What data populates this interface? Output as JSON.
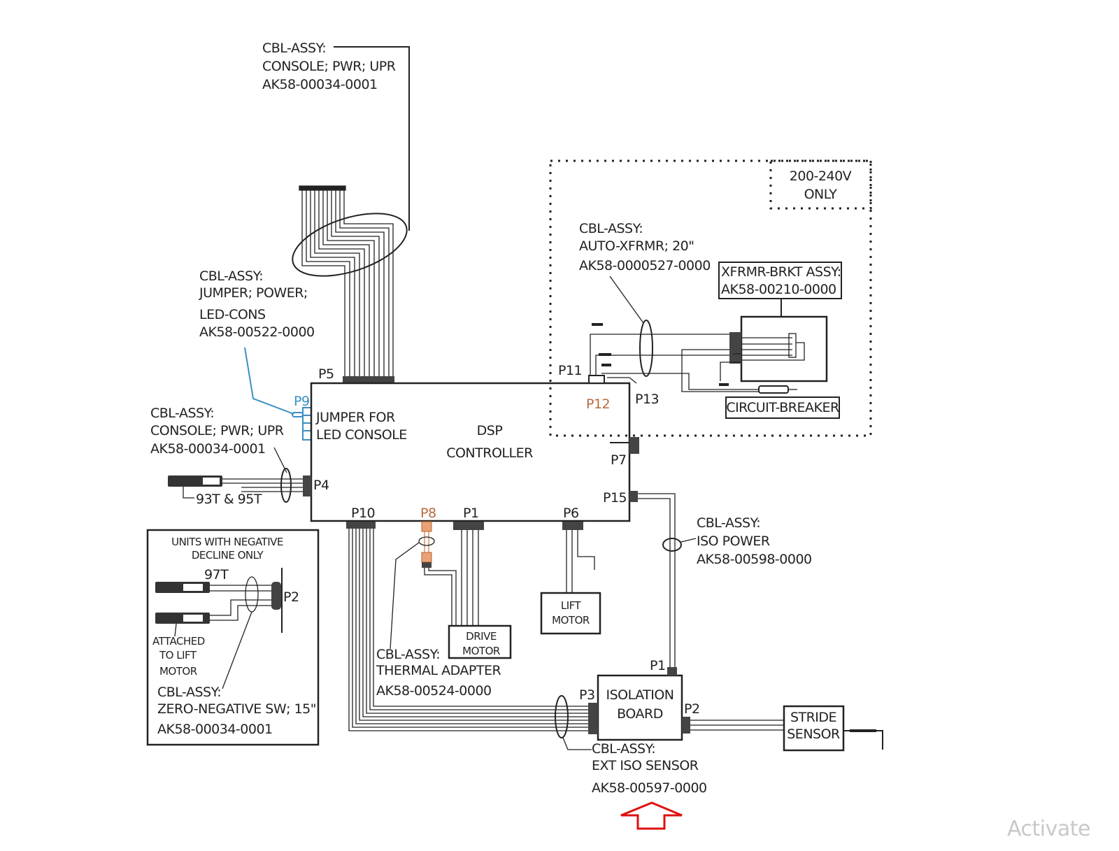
{
  "labels": {
    "console_top": [
      "CBL-ASSY:",
      "CONSOLE; PWR; UPR",
      "AK58-00034-0001"
    ],
    "jumper_power": [
      "CBL-ASSY:",
      "JUMPER; POWER;",
      "LED-CONS",
      "AK58-00522-0000"
    ],
    "console_left": [
      "CBL-ASSY:",
      "CONSOLE; PWR; UPR",
      "AK58-00034-0001"
    ],
    "auto_xfrmr": [
      "CBL-ASSY:",
      "AUTO-XFRMR; 20\"",
      "AK58-0000527-0000"
    ],
    "xfrmr_brkt": [
      "XFRMR-BRKT ASSY:",
      "AK58-00210-0000"
    ],
    "voltage_note": [
      "200-240V",
      "ONLY"
    ],
    "circuit_breaker": "CIRCUIT-BREAKER",
    "dsp": [
      "DSP",
      "CONTROLLER"
    ],
    "jumper_led": [
      "JUMPER FOR",
      "LED CONSOLE"
    ],
    "models_93_95": "93T & 95T",
    "iso_power": [
      "CBL-ASSY:",
      "ISO POWER",
      "AK58-00598-0000"
    ],
    "negative_box": [
      "UNITS WITH NEGATIVE",
      "DECLINE ONLY"
    ],
    "model_97": "97T",
    "attached": [
      "ATTACHED",
      "TO LIFT",
      "MOTOR"
    ],
    "zero_neg": [
      "CBL-ASSY:",
      "ZERO-NEGATIVE SW; 15\"",
      "AK58-00034-0001"
    ],
    "thermal": [
      "CBL-ASSY:",
      "THERMAL ADAPTER",
      "AK58-00524-0000"
    ],
    "drive_motor": [
      "DRIVE",
      "MOTOR"
    ],
    "lift_motor": [
      "LIFT",
      "MOTOR"
    ],
    "isolation_board": [
      "ISOLATION",
      "BOARD"
    ],
    "stride_sensor": [
      "STRIDE",
      "SENSOR"
    ],
    "ext_iso": [
      "CBL-ASSY:",
      "EXT ISO SENSOR",
      "AK58-00597-0000"
    ]
  },
  "connectors": {
    "p1": "P1",
    "p2": "P2",
    "p3": "P3",
    "p4": "P4",
    "p5": "P5",
    "p6": "P6",
    "p7": "P7",
    "p8": "P8",
    "p9": "P9",
    "p10": "P10",
    "p11": "P11",
    "p12": "P12",
    "p13": "P13",
    "p15": "P15"
  },
  "watermark": "Activate",
  "colors": {
    "jumper": "#3a8fc4",
    "thermal": "#e07a3a",
    "arrow": "#e01010"
  }
}
